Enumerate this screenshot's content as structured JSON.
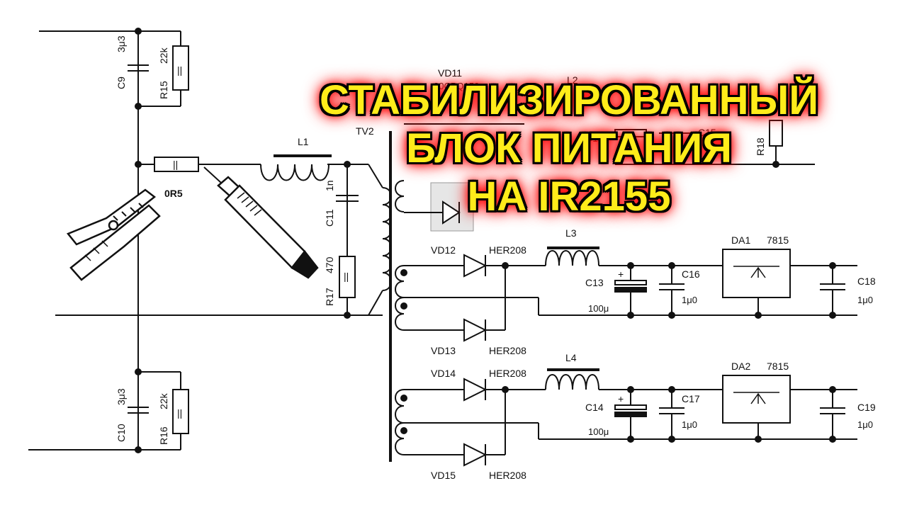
{
  "title": {
    "line1": "СТАБИЛИЗИРОВАННЫЙ",
    "line2": "БЛОК ПИТАНИЯ",
    "line3": "НА IR2155"
  },
  "labels": {
    "c9": "C9",
    "c9_val": "3μ3",
    "r15": "R15",
    "r15_val": "22k",
    "r_shunt_val": "0R5",
    "l1": "L1",
    "c11": "C11",
    "c11_val": "1n",
    "r17": "R17",
    "r17_val": "470",
    "c10": "C10",
    "c10_val": "3μ3",
    "r16": "R16",
    "r16_val": "22k",
    "vd11": "VD11",
    "vd11_part": "30CPQ150",
    "l2": "L2",
    "tv2": "TV2",
    "r18": "R18",
    "c12": "C12",
    "c15": "C15",
    "l3": "L3",
    "vd12": "VD12",
    "vd12_part": "HER208",
    "vd13": "VD13",
    "vd13_part": "HER208",
    "vd14": "VD14",
    "vd14_part": "HER208",
    "vd15": "VD15",
    "vd15_part": "HER208",
    "c13": "C13",
    "c13_val": "100μ",
    "c16": "C16",
    "c16_val": "1μ0",
    "da1": "DA1",
    "da1_part": "7815",
    "c18": "C18",
    "c18_val": "1μ0",
    "l4": "L4",
    "c14": "C14",
    "c14_val": "100μ",
    "c17": "C17",
    "c17_val": "1μ0",
    "da2": "DA2",
    "da2_part": "7815",
    "c19": "C19",
    "c19_val": "1μ0",
    "polarity": "+",
    "resistor_mark": "||"
  },
  "icons": {
    "clip": "alligator-clip-icon",
    "probe": "test-probe-icon"
  }
}
